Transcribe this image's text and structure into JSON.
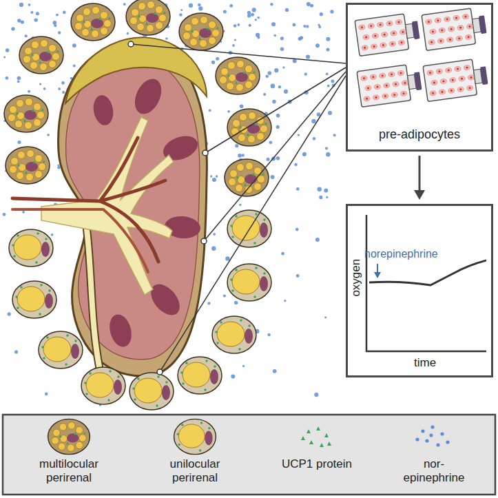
{
  "diagram": {
    "nodes": [
      {
        "text": [
          "pre-adipocytes"
        ]
      },
      {
        "text": [
          "norepinephrine",
          "oxygen",
          "time"
        ]
      }
    ],
    "edges": [
      {
        "from": 0,
        "to": 1,
        "arrow": "to"
      }
    ],
    "legend": [
      {
        "text": "multilocular perirenal"
      },
      {
        "text": "unilocular perirenal"
      },
      {
        "text": "UCP1 protein"
      },
      {
        "text": "nor- epinephrine"
      }
    ]
  }
}
